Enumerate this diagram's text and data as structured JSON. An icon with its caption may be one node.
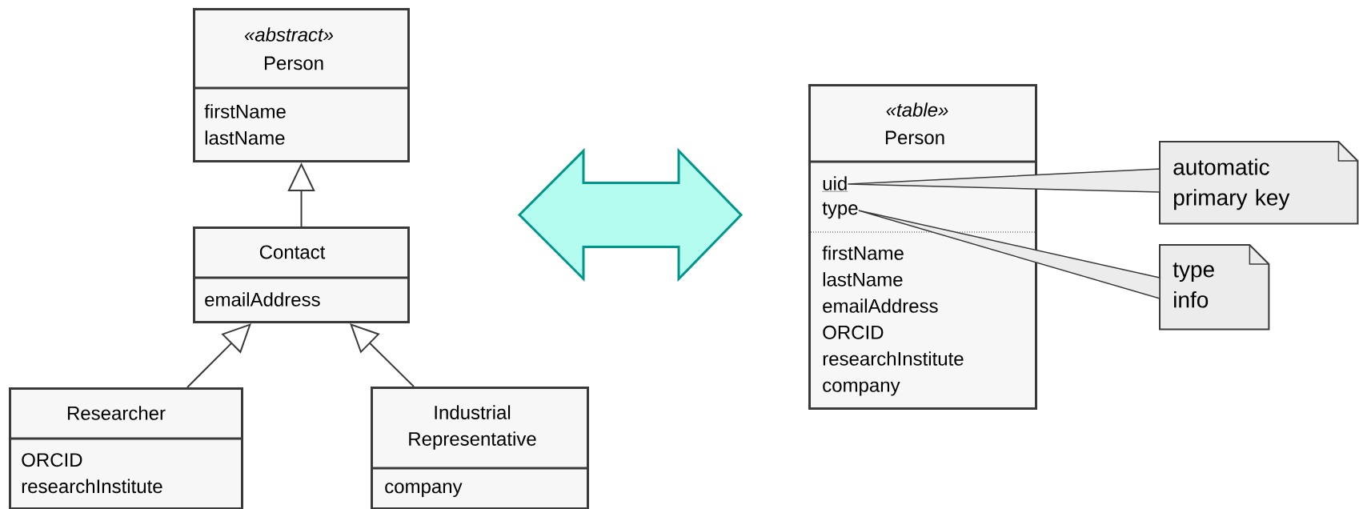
{
  "diagram": {
    "nodes": [
      {
        "text": [
          "«abstract»",
          "Person",
          "firstName lastName"
        ]
      },
      {
        "text": [
          "Contact",
          "emailAddress"
        ]
      },
      {
        "text": [
          "Researcher",
          "ORCID researchInstitute"
        ]
      },
      {
        "text": [
          "Industrial Representative",
          "company"
        ]
      },
      {
        "text": [
          "«table»",
          "Person",
          "firstName lastName emailAddress ORCID researchInstitute company"
        ]
      },
      {
        "text": [
          "uid"
        ],
        "in": 4
      },
      {
        "text": [
          "type"
        ],
        "in": 4
      },
      {
        "text": [
          "automatic primary key"
        ]
      },
      {
        "text": [
          "type info"
        ]
      }
    ],
    "edges": [
      {
        "from": 1,
        "to": 0,
        "arrow": "to"
      },
      {
        "from": 2,
        "to": 1,
        "arrow": "to"
      },
      {
        "from": 3,
        "to": 1,
        "arrow": "to"
      },
      {
        "from": 1,
        "to": 4,
        "arrow": "both",
        "style": "thick",
        "color": "#00968a"
      },
      {
        "from": 7,
        "to": 5,
        "arrow": "none"
      },
      {
        "from": 8,
        "to": 6,
        "arrow": "none"
      }
    ]
  }
}
